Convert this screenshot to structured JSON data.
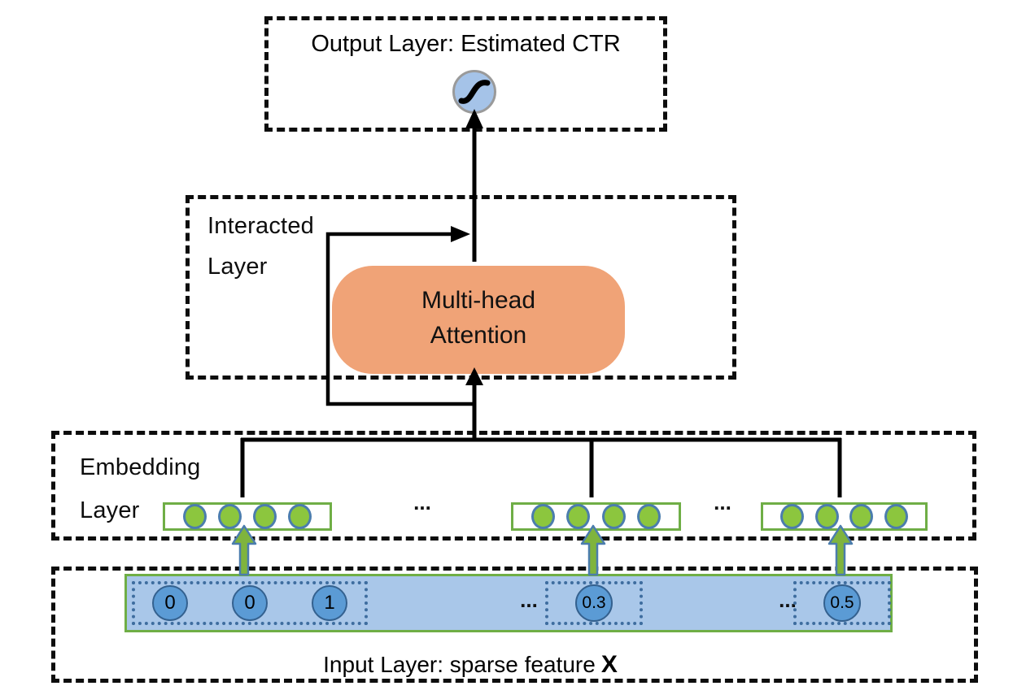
{
  "output_layer": {
    "label": "Output Layer: Estimated CTR"
  },
  "interacted_layer": {
    "label_lines": [
      "Interacted",
      "Layer"
    ],
    "attention_block": {
      "lines": [
        "Multi-head",
        "Attention"
      ]
    }
  },
  "embedding_layer": {
    "label_lines": [
      "Embedding",
      "Layer"
    ],
    "ellipsis": "...",
    "groups": 3,
    "circles_per_group": 4
  },
  "input_layer": {
    "groups": [
      {
        "values": [
          "0",
          "0",
          "1"
        ]
      },
      {
        "values": [
          "0.3"
        ]
      },
      {
        "values": [
          "0.5"
        ]
      }
    ],
    "ellipsis": "...",
    "caption": "Input Layer: sparse feature",
    "caption_emphasis": "X"
  },
  "colors": {
    "attention_fill": "#f0a377",
    "embedding_circle_fill": "#8cc63e",
    "green_border": "#6fae46",
    "input_bar_fill": "#a9c7e9",
    "input_circle_fill": "#5b9bd5",
    "steel_blue_border": "#3e6d9f",
    "sigmoid_fill": "#a5c3e8",
    "line_color": "#000000"
  }
}
